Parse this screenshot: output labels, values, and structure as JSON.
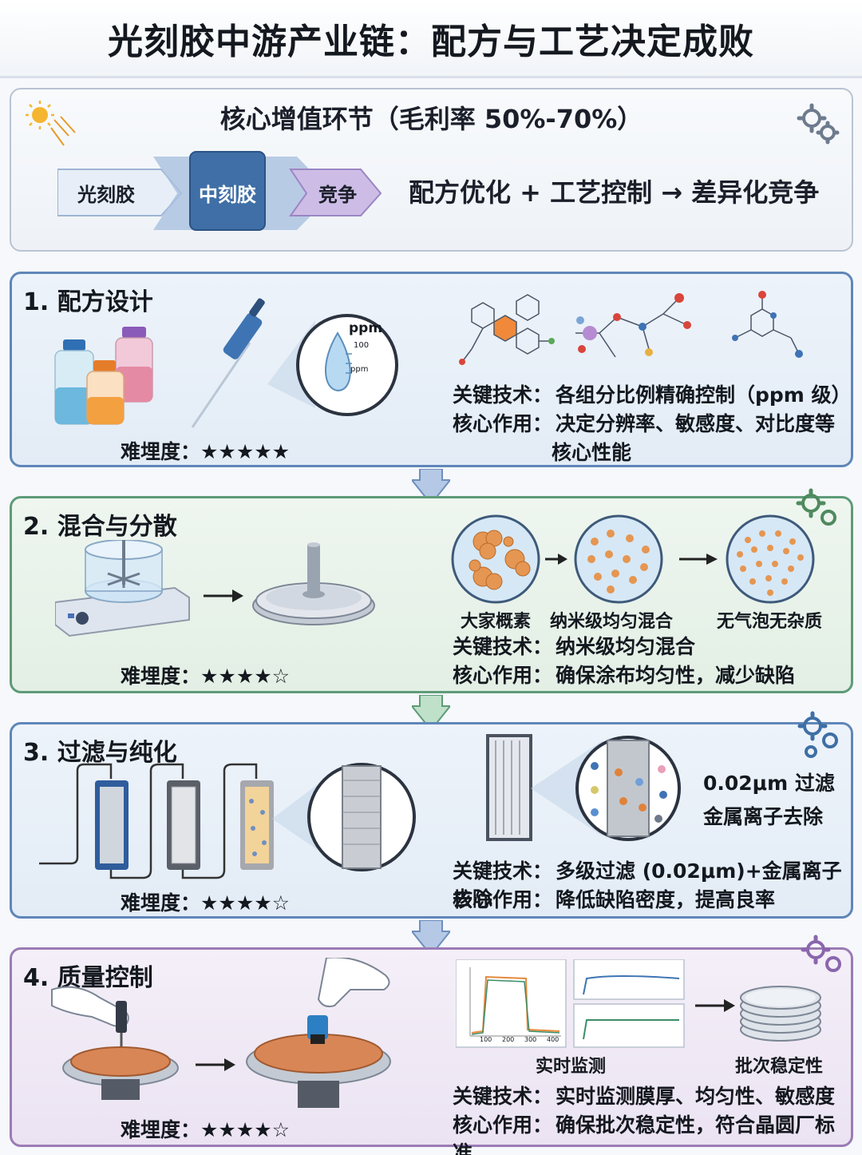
{
  "title": "光刻胶中游产业链：配方与工艺决定成败",
  "core": {
    "title": "核心增值环节（毛利率 50%-70%）",
    "chain": [
      "光刻胶",
      "中刻胶",
      "竞争"
    ],
    "flow_text": "配方优化 + 工艺控制 → 差异化竞争",
    "icons": [
      "sun-icon",
      "gear-icon"
    ]
  },
  "sections": [
    {
      "title": "1. 配方设计",
      "difficulty": "难埋度：★★★★★",
      "drop_labels": [
        "ppm",
        "100",
        "ppm"
      ],
      "key_label": "关键技术：",
      "key_text": "各组分比例精确控制（ppm 级）",
      "role_label": "核心作用：",
      "role_text": "决定分辨率、敏感度、对比度等",
      "role_text_2": "核心性能",
      "icons": [
        "reagent-bottles-icon",
        "pipette-icon",
        "molecule-icon"
      ]
    },
    {
      "title": "2. 混合与分散",
      "difficulty": "难埋度：★★★★☆",
      "captions": [
        "大家概素",
        "纳米级均匀混合",
        "无气泡无杂质"
      ],
      "key_label": "关键技术：",
      "key_text": "纳米级均匀混合",
      "role_label": "核心作用：",
      "role_text": "确保涂布均匀性，减少缺陷",
      "icons": [
        "mixer-icon",
        "spin-coater-icon",
        "particle-icon",
        "gear-icon"
      ]
    },
    {
      "title": "3. 过滤与纯化",
      "difficulty": "难埋度：★★★★☆",
      "filter_text_1": "0.02μm 过滤",
      "filter_text_2": "金属离子去除",
      "key_label": "关键技术：",
      "key_text": "多级过滤 (0.02μm)+金属离子去除",
      "role_label": "核心作用：",
      "role_text": "降低缺陷密度，提高良率",
      "icons": [
        "filter-cartridge-icon",
        "filter-panel-icon",
        "gear-icon"
      ]
    },
    {
      "title": "4. 质量控制",
      "difficulty": "难埋度：★★★★☆",
      "captions": [
        "实时监测",
        "批次稳定性"
      ],
      "chart_ticks": [
        "100",
        "200",
        "300",
        "400"
      ],
      "key_label": "关键技术：",
      "key_text": "实时监测膜厚、均匀性、敏感度",
      "role_label": "核心作用：",
      "role_text": "确保批次稳定性，符合晶圆厂标准",
      "icons": [
        "probe-hand-icon",
        "wafer-icon",
        "monitor-chart-icon",
        "wafer-stack-icon",
        "gear-icon"
      ]
    }
  ],
  "colors": {
    "blue_border": "#5f86b9",
    "green_border": "#5e9b78",
    "purple_border": "#9b7bb5",
    "accent_orange": "#e58a3c"
  }
}
